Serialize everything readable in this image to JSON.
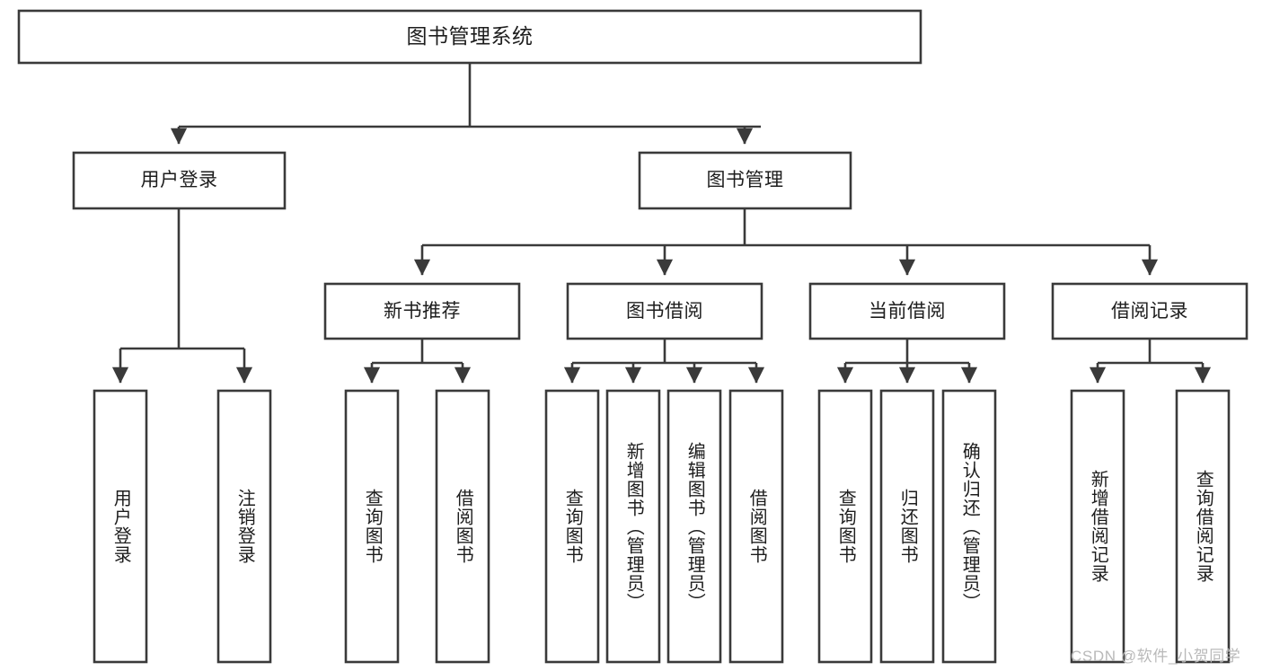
{
  "diagram": {
    "type": "tree-hierarchy-chart",
    "title": "图书管理系统",
    "root": {
      "id": "root",
      "label": "图书管理系统"
    },
    "level2": [
      {
        "id": "user-login",
        "label": "用户登录"
      },
      {
        "id": "book-manage",
        "label": "图书管理"
      }
    ],
    "level3": [
      {
        "id": "new-book-recommend",
        "label": "新书推荐",
        "parent": "book-manage"
      },
      {
        "id": "book-borrow",
        "label": "图书借阅",
        "parent": "book-manage"
      },
      {
        "id": "current-borrow",
        "label": "当前借阅",
        "parent": "book-manage"
      },
      {
        "id": "borrow-record",
        "label": "借阅记录",
        "parent": "book-manage"
      }
    ],
    "leaves": [
      {
        "id": "leaf-user-login",
        "label": "用户登录",
        "parent": "user-login"
      },
      {
        "id": "leaf-logout-login",
        "label": "注销登录",
        "parent": "user-login"
      },
      {
        "id": "leaf-query-book-1",
        "label": "查询图书",
        "parent": "new-book-recommend"
      },
      {
        "id": "leaf-borrow-book-1",
        "label": "借阅图书",
        "parent": "new-book-recommend"
      },
      {
        "id": "leaf-query-book-2",
        "label": "查询图书",
        "parent": "book-borrow"
      },
      {
        "id": "leaf-add-book",
        "label": "新增图书（管理员）",
        "parent": "book-borrow"
      },
      {
        "id": "leaf-edit-book",
        "label": "编辑图书（管理员）",
        "parent": "book-borrow"
      },
      {
        "id": "leaf-borrow-book-2",
        "label": "借阅图书",
        "parent": "book-borrow"
      },
      {
        "id": "leaf-query-book-3",
        "label": "查询图书",
        "parent": "current-borrow"
      },
      {
        "id": "leaf-return-book",
        "label": "归还图书",
        "parent": "current-borrow"
      },
      {
        "id": "leaf-confirm-return",
        "label": "确认归还（管理员）",
        "parent": "current-borrow"
      },
      {
        "id": "leaf-add-record",
        "label": "新增借阅记录",
        "parent": "borrow-record"
      },
      {
        "id": "leaf-query-record",
        "label": "查询借阅记录",
        "parent": "borrow-record"
      }
    ],
    "watermark": "CSDN @软件_小贺同学",
    "colors": {
      "stroke": "#3a3a3a",
      "box_fill": "#ffffff",
      "text": "#1d1d1d",
      "watermark": "#b9b9b9",
      "background": "#ffffff"
    }
  }
}
